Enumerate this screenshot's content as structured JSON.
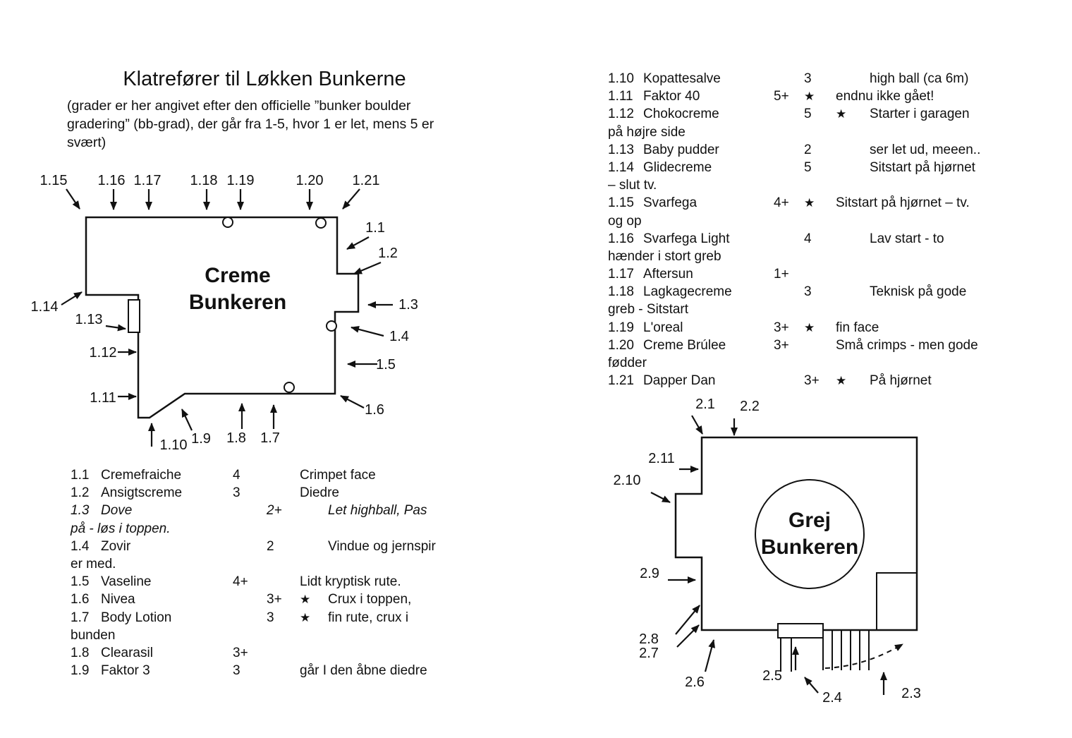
{
  "page": {
    "title": "Klatrefører til Løkken Bunkerne",
    "subtitle": "(grader er her angivet efter den officielle ”bunker boulder gradering” (bb-grad), der går fra 1-5, hvor 1 er let, mens 5 er svært)"
  },
  "creme": {
    "title_lines": [
      "Creme",
      "Bunkeren"
    ],
    "labels": [
      "1.1",
      "1.2",
      "1.3",
      "1.4",
      "1.5",
      "1.6",
      "1.7",
      "1.8",
      "1.9",
      "1.10",
      "1.11",
      "1.12",
      "1.13",
      "1.14",
      "1.15",
      "1.16",
      "1.17",
      "1.18",
      "1.19",
      "1.20",
      "1.21"
    ]
  },
  "grej": {
    "title_lines": [
      "Grej",
      "Bunkeren"
    ],
    "labels": [
      "2.1",
      "2.2",
      "2.3",
      "2.4",
      "2.5",
      "2.6",
      "2.7",
      "2.8",
      "2.9",
      "2.10",
      "2.11"
    ]
  },
  "routes_left": [
    {
      "num": "1.1",
      "name": "Cremefraiche",
      "grade": "4",
      "desc": "Crimpet face"
    },
    {
      "num": "1.2",
      "name": "Ansigtscreme",
      "grade": "3",
      "desc": "Diedre"
    },
    {
      "num": "1.3",
      "name": "Dove",
      "grade": "2+",
      "desc": "Let highball, Pas",
      "shift": true,
      "italic": true
    },
    {
      "cont": "på - løs i toppen.",
      "italic": true
    },
    {
      "num": "1.4",
      "name": "Zovir",
      "grade": "2",
      "desc": "Vindue og jernspir",
      "shift": true
    },
    {
      "cont": "er med."
    },
    {
      "num": "1.5",
      "name": "Vaseline",
      "grade": "4+",
      "desc": "Lidt kryptisk rute."
    },
    {
      "num": "1.6",
      "name": "Nivea",
      "grade": "3+",
      "star": "★",
      "desc": "Crux i toppen,",
      "shift": true
    },
    {
      "num": "1.7",
      "name": "Body Lotion",
      "grade": "3",
      "star": "★",
      "desc": "fin rute, crux i",
      "shift": true
    },
    {
      "cont": "bunden"
    },
    {
      "num": "1.8",
      "name": "Clearasil",
      "grade": "3+"
    },
    {
      "num": "1.9",
      "name": "Faktor 3",
      "grade": "3",
      "desc": "går I den åbne diedre"
    }
  ],
  "routes_right": [
    {
      "num": "1.10",
      "name": "Kopattesalve",
      "grade": "3",
      "desc": "high ball (ca 6m)",
      "shift": true
    },
    {
      "num": "1.11",
      "name": "Faktor 40",
      "grade": "5+",
      "star": "★",
      "desc": "endnu ikke gået!"
    },
    {
      "num": "1.12",
      "name": "Chokocreme",
      "grade": "5",
      "star": "★",
      "desc": "Starter i garagen",
      "shift": true
    },
    {
      "cont": "på højre side"
    },
    {
      "num": "1.13",
      "name": "Baby pudder",
      "grade": "2",
      "desc": "ser let ud, meeen..",
      "shift": true
    },
    {
      "num": "1.14",
      "name": "Glidecreme",
      "grade": "5",
      "desc": "Sitstart på hjørnet",
      "shift": true
    },
    {
      "cont": "– slut tv."
    },
    {
      "num": "1.15",
      "name": "Svarfega",
      "grade": "4+",
      "star": "★",
      "desc": "Sitstart på hjørnet – tv."
    },
    {
      "cont": "og op"
    },
    {
      "num": "1.16",
      "name": "Svarfega Light",
      "grade": "4",
      "desc": "Lav start - to",
      "shift": true
    },
    {
      "cont": "hænder i stort greb"
    },
    {
      "num": "1.17",
      "name": "Aftersun",
      "grade": "1+"
    },
    {
      "num": "1.18",
      "name": "Lagkagecreme",
      "grade": "3",
      "desc": "Teknisk på gode",
      "shift": true
    },
    {
      "cont": "greb - Sitstart"
    },
    {
      "num": "1.19",
      "name": "L'oreal",
      "grade": "3+",
      "star": "★",
      "desc": "fin face"
    },
    {
      "num": "1.20",
      "name": "Creme Brúlee",
      "grade": "3+",
      "desc": "Små crimps - men gode"
    },
    {
      "cont": "fødder"
    },
    {
      "num": "1.21",
      "name": "Dapper Dan",
      "grade": "3+",
      "star": "★",
      "desc": "På hjørnet",
      "shift": true
    }
  ]
}
